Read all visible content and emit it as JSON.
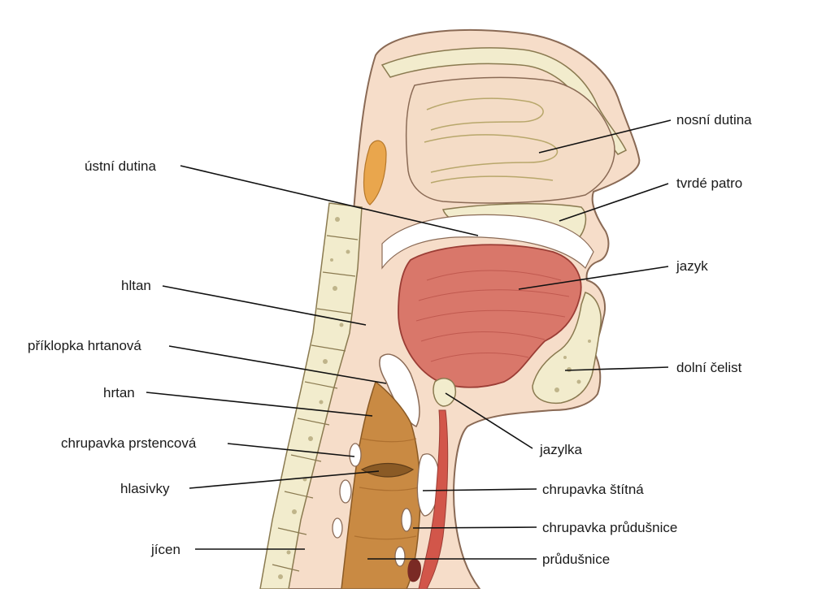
{
  "labels": {
    "nosni_dutina": "nosní dutina",
    "ustni_dutina": "ústní dutina",
    "tvrde_patro": "tvrdé patro",
    "jazyk": "jazyk",
    "hltan": "hltan",
    "priklopka": "příklopka hrtanová",
    "dolni_celist": "dolní čelist",
    "hrtan": "hrtan",
    "chrupavka_prstencova": "chrupavka prstencová",
    "jazylka": "jazylka",
    "hlasivky": "hlasivky",
    "chrupavka_stitna": "chrupavka štítná",
    "chrupavka_prudusnice": "chrupavka průdušnice",
    "jicen": "jícen",
    "prudusnice": "průdušnice"
  },
  "colors": {
    "skin": "#f6ddc9",
    "skin_outline": "#8a6a55",
    "bone": "#f2eccd",
    "bone_dots": "#bfb48a",
    "tongue": "#d9776a",
    "tongue_dark": "#b64d44",
    "esophagus": "#c98a43",
    "adenoid": "#e9a64d",
    "cartilage": "#ffffff",
    "line": "#111111"
  }
}
